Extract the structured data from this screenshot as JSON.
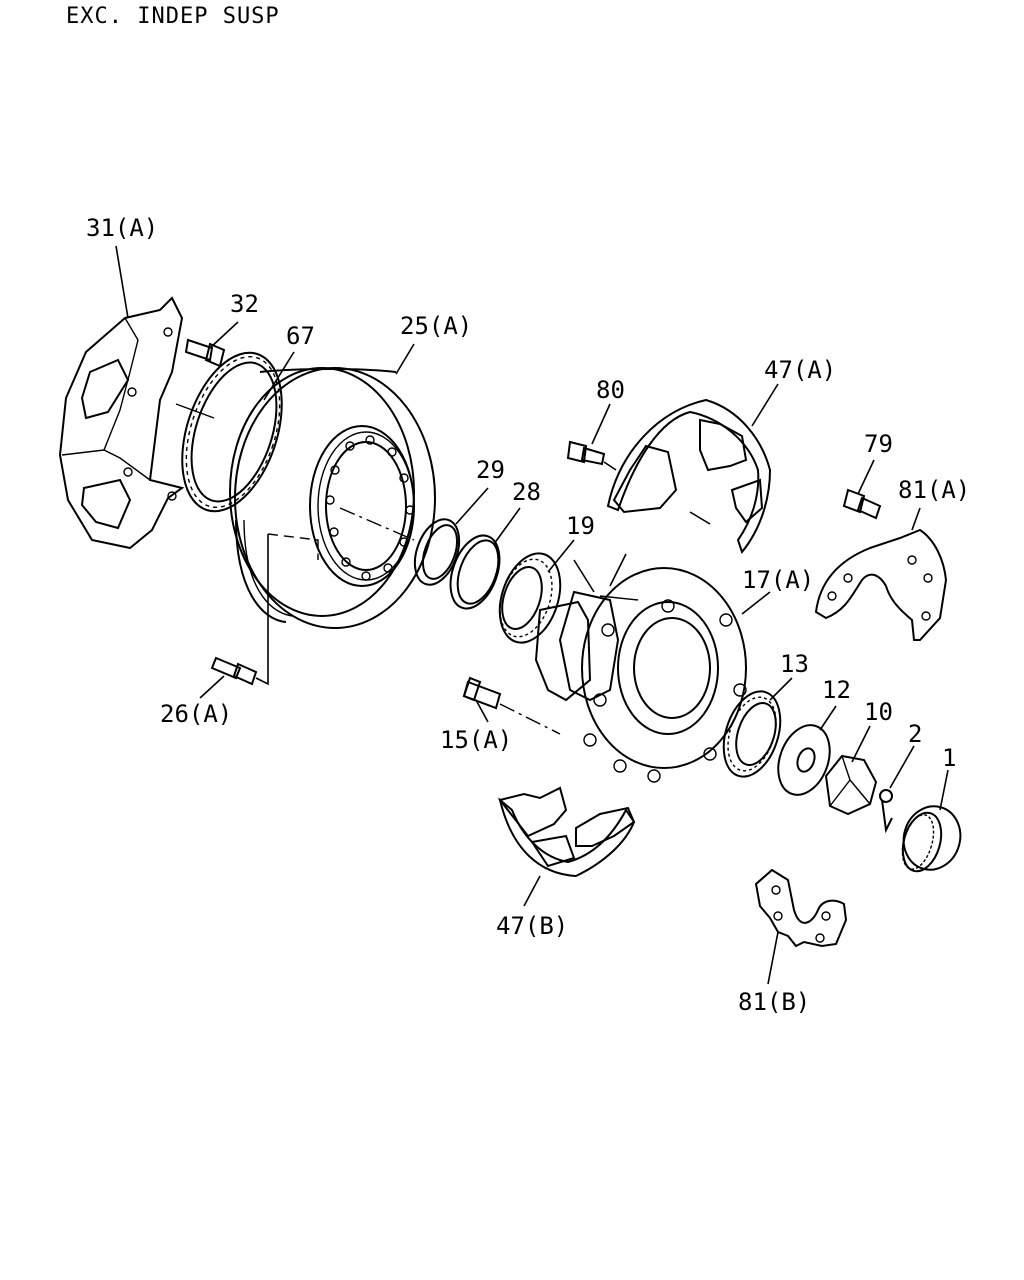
{
  "title": "EXC. INDEP SUSP",
  "labels": {
    "p31a": "31(A)",
    "p32": "32",
    "p67": "67",
    "p25a": "25(A)",
    "p80": "80",
    "p47a": "47(A)",
    "p79": "79",
    "p81a": "81(A)",
    "p29": "29",
    "p28": "28",
    "p19": "19",
    "p17a": "17(A)",
    "p13": "13",
    "p12": "12",
    "p10": "10",
    "p2": "2",
    "p1": "1",
    "p26a": "26(A)",
    "p15a": "15(A)",
    "p47b": "47(B)",
    "p81b": "81(B)"
  }
}
